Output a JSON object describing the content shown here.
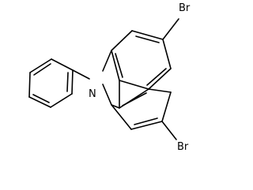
{
  "molecule": {
    "atoms": {
      "nitrogen": "N",
      "bromine_top": "Br",
      "bromine_bottom": "Br"
    }
  }
}
